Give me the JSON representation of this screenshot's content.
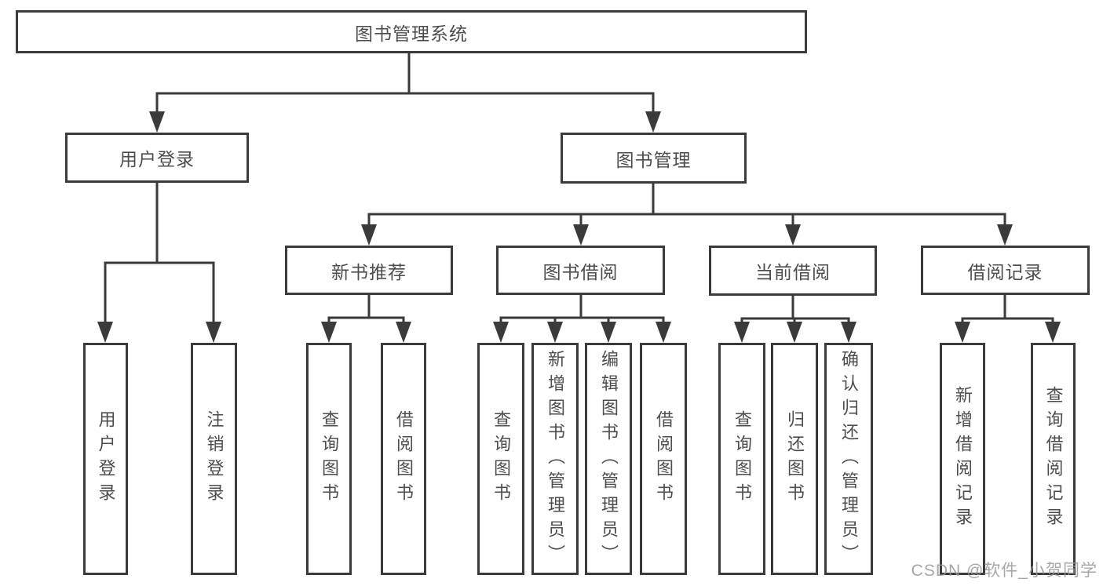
{
  "diagram": {
    "title": "图书管理系统",
    "branches": [
      {
        "label": "用户登录",
        "children": [
          {
            "label": "用户登录"
          },
          {
            "label": "注销登录"
          }
        ]
      },
      {
        "label": "图书管理",
        "children": [
          {
            "label": "新书推荐",
            "children": [
              {
                "label": "查询图书"
              },
              {
                "label": "借阅图书"
              }
            ]
          },
          {
            "label": "图书借阅",
            "children": [
              {
                "label": "查询图书"
              },
              {
                "label": "新增图书（管理员）"
              },
              {
                "label": "编辑图书（管理员）"
              },
              {
                "label": "借阅图书"
              }
            ]
          },
          {
            "label": "当前借阅",
            "children": [
              {
                "label": "查询图书"
              },
              {
                "label": "归还图书"
              },
              {
                "label": "确认归还（管理员）"
              }
            ]
          },
          {
            "label": "借阅记录",
            "children": [
              {
                "label": "新增借阅记录"
              },
              {
                "label": "查询借阅记录"
              }
            ]
          }
        ]
      }
    ]
  },
  "watermark": "CSDN @软件_小贺同学",
  "colors": {
    "line": "#3a3a3a",
    "text": "#4d4d4d",
    "watermark": "#989898",
    "background": "#ffffff"
  }
}
